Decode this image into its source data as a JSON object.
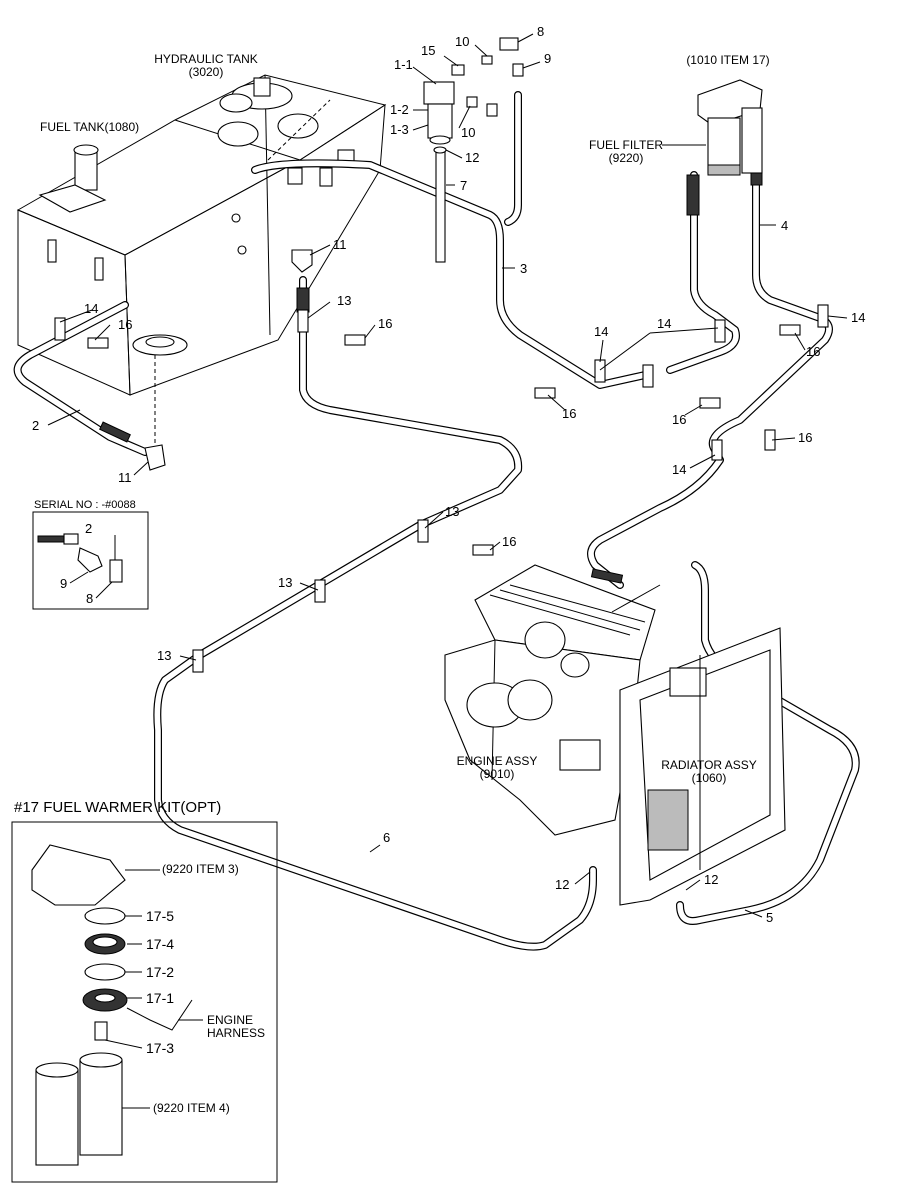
{
  "components": {
    "hydraulic_tank": {
      "name": "HYDRAULIC TANK",
      "ref": "(3020)"
    },
    "fuel_tank": {
      "name": "FUEL TANK(1080)"
    },
    "fuel_filter": {
      "name": "FUEL FILTER",
      "ref": "(9220)"
    },
    "filter_ref": "(1010 ITEM 17)",
    "engine_assy": {
      "name": "ENGINE ASSY",
      "ref": "(9010)"
    },
    "radiator_assy": {
      "name": "RADIATOR ASSY",
      "ref": "(1060)"
    }
  },
  "callouts": {
    "c_1_1": "1-1",
    "c_1_2": "1-2",
    "c_1_3": "1-3",
    "c_15": "15",
    "c_10a": "10",
    "c_10b": "10",
    "c_8": "8",
    "c_9": "9",
    "c_12a": "12",
    "c_7": "7",
    "c_3": "3",
    "c_4": "4",
    "c_11a": "11",
    "c_13a": "13",
    "c_16a": "16",
    "c_14a": "14",
    "c_16b": "16",
    "c_2": "2",
    "c_11b": "11",
    "c_14b": "14",
    "c_14c": "14",
    "c_16c": "16",
    "c_16d": "16",
    "c_14d": "14",
    "c_16e": "16",
    "c_14e": "14",
    "c_16f": "16",
    "c_13b": "13",
    "c_16g": "16",
    "c_13c": "13",
    "c_13d": "13",
    "c_6": "6",
    "c_12b": "12",
    "c_12c": "12",
    "c_5": "5"
  },
  "serial_box": {
    "title": "SERIAL NO : -#0088",
    "c_2": "2",
    "c_9": "9",
    "c_8": "8"
  },
  "warmer_kit": {
    "title": "#17 FUEL WARMER KIT(OPT)",
    "ref_head": "(9220 ITEM 3)",
    "c_17_5": "17-5",
    "c_17_4": "17-4",
    "c_17_2": "17-2",
    "c_17_1": "17-1",
    "c_17_3": "17-3",
    "harness_1": "ENGINE",
    "harness_2": "HARNESS",
    "ref_filters": "(9220 ITEM 4)"
  }
}
